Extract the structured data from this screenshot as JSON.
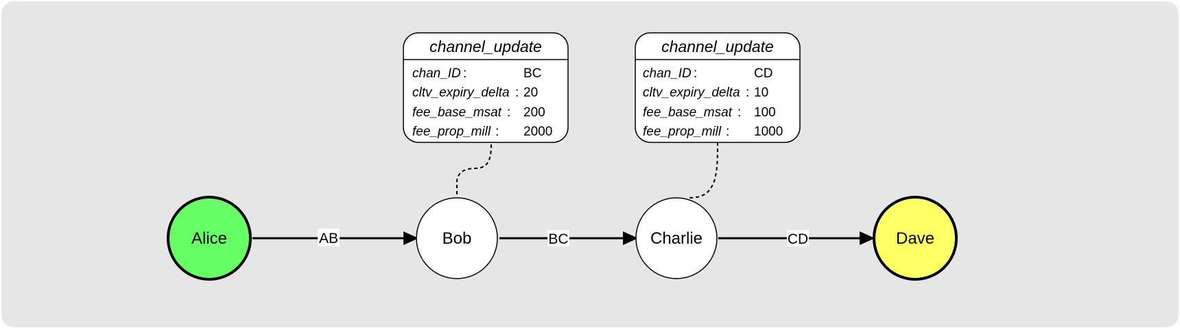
{
  "nodes": [
    {
      "name": "Alice",
      "fill": "#66ff66",
      "stroke": "#000000"
    },
    {
      "name": "Bob",
      "fill": "#ffffff",
      "stroke": "#000000"
    },
    {
      "name": "Charlie",
      "fill": "#ffffff",
      "stroke": "#000000"
    },
    {
      "name": "Dave",
      "fill": "#ffff66",
      "stroke": "#000000"
    }
  ],
  "edges": [
    {
      "from": "Alice",
      "to": "Bob",
      "label": "AB"
    },
    {
      "from": "Bob",
      "to": "Charlie",
      "label": "BC"
    },
    {
      "from": "Charlie",
      "to": "Dave",
      "label": "CD"
    }
  ],
  "updates": [
    {
      "attached_to": "Bob",
      "title": "channel_update",
      "fields": [
        {
          "name": "chan_ID",
          "value": "BC"
        },
        {
          "name": "cltv_expiry_delta",
          "value": "20"
        },
        {
          "name": "fee_base_msat",
          "value": "200"
        },
        {
          "name": "fee_prop_mill",
          "value": "2000"
        }
      ]
    },
    {
      "attached_to": "Charlie",
      "title": "channel_update",
      "fields": [
        {
          "name": "chan_ID",
          "value": "CD"
        },
        {
          "name": "cltv_expiry_delta",
          "value": "10"
        },
        {
          "name": "fee_base_msat",
          "value": "100"
        },
        {
          "name": "fee_prop_mill",
          "value": "1000"
        }
      ]
    }
  ],
  "colors": {
    "panel": "#e6e6e6",
    "page": "#ffffff",
    "line": "#000000"
  }
}
